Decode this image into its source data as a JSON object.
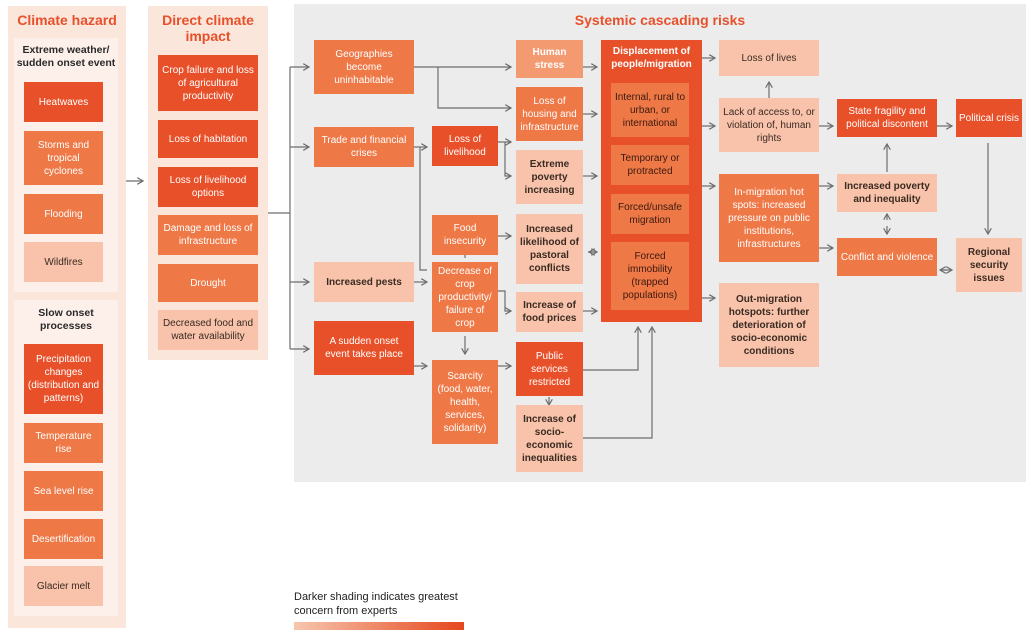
{
  "colors": {
    "panel_bg": "#fbe6dc",
    "panel_inner": "#fdf0ea",
    "panel_main": "#ececec",
    "shade_1": "#f8c3aa",
    "shade_2": "#f39a71",
    "shade_3": "#ee7846",
    "shade_4": "#e8502a",
    "heading": "#e8502a",
    "arrow": "#6d6d6d"
  },
  "headings": {
    "hazard": "Climate hazard",
    "impact": "Direct climate impact",
    "systemic": "Systemic cascading risks"
  },
  "hazard": {
    "extreme_title": "Extreme weather/ sudden onset event",
    "extreme": [
      {
        "label": "Heatwaves",
        "shade": 4
      },
      {
        "label": "Storms and tropical cyclones",
        "shade": 3
      },
      {
        "label": "Flooding",
        "shade": 3
      },
      {
        "label": "Wildfires",
        "shade": 2
      }
    ],
    "slow_title": "Slow onset processes",
    "slow": [
      {
        "label": "Precipitation changes (distribution and patterns)",
        "shade": 4
      },
      {
        "label": "Temperature rise",
        "shade": 3
      },
      {
        "label": "Sea level rise",
        "shade": 3
      },
      {
        "label": "Desertification",
        "shade": 3
      },
      {
        "label": "Glacier melt",
        "shade": 2
      }
    ]
  },
  "impact": [
    {
      "label": "Crop failure and loss of agricultural productivity",
      "shade": 4
    },
    {
      "label": "Loss of habitation",
      "shade": 4
    },
    {
      "label": "Loss of livelihood options",
      "shade": 4
    },
    {
      "label": "Damage and loss of infrastructure",
      "shade": 3
    },
    {
      "label": "Drought",
      "shade": 3
    },
    {
      "label": "Decreased food and water availability",
      "shade": 2
    }
  ],
  "systemic": {
    "geographies": "Geographies become uninhabitable",
    "trade": "Trade and financial crises",
    "pests": "Increased pests",
    "sudden": "A sudden onset event takes place",
    "loss_livelihood": "Loss of livelihood",
    "food_insecurity": "Food insecurity",
    "decrease_crop": "Decrease of crop productivity/ failure of crop",
    "scarcity": "Scarcity (food, water, health, services, solidarity)",
    "human_stress": "Human stress",
    "loss_housing": "Loss of housing and infrastructure",
    "extreme_poverty": "Extreme poverty increasing",
    "pastoral": "Increased likelihood of pastoral conflicts",
    "food_prices": "Increase of food prices",
    "public_services": "Public services restricted",
    "socio_econ": "Increase of socio-economic inequalities",
    "displacement_title": "Displacement of people/migration",
    "internal": "Internal, rural to urban, or international",
    "temporary": "Temporary or protracted",
    "forced_unsafe": "Forced/unsafe migration",
    "forced_immobility": "Forced immobility (trapped populations)",
    "loss_lives": "Loss of lives",
    "lack_access": "Lack of access to, or violation of, human rights",
    "in_migration": "In-migration hot spots: increased pressure on public institutions, infrastructures",
    "out_migration": "Out-migration hotspots: further deterioration of socio-economic conditions",
    "state_fragility": "State fragility and political discontent",
    "political_crisis": "Political crisis",
    "increased_poverty": "Increased poverty and inequality",
    "conflict": "Conflict and violence",
    "regional": "Regional security issues"
  },
  "legend": {
    "text": "Darker shading indicates greatest concern from experts"
  }
}
